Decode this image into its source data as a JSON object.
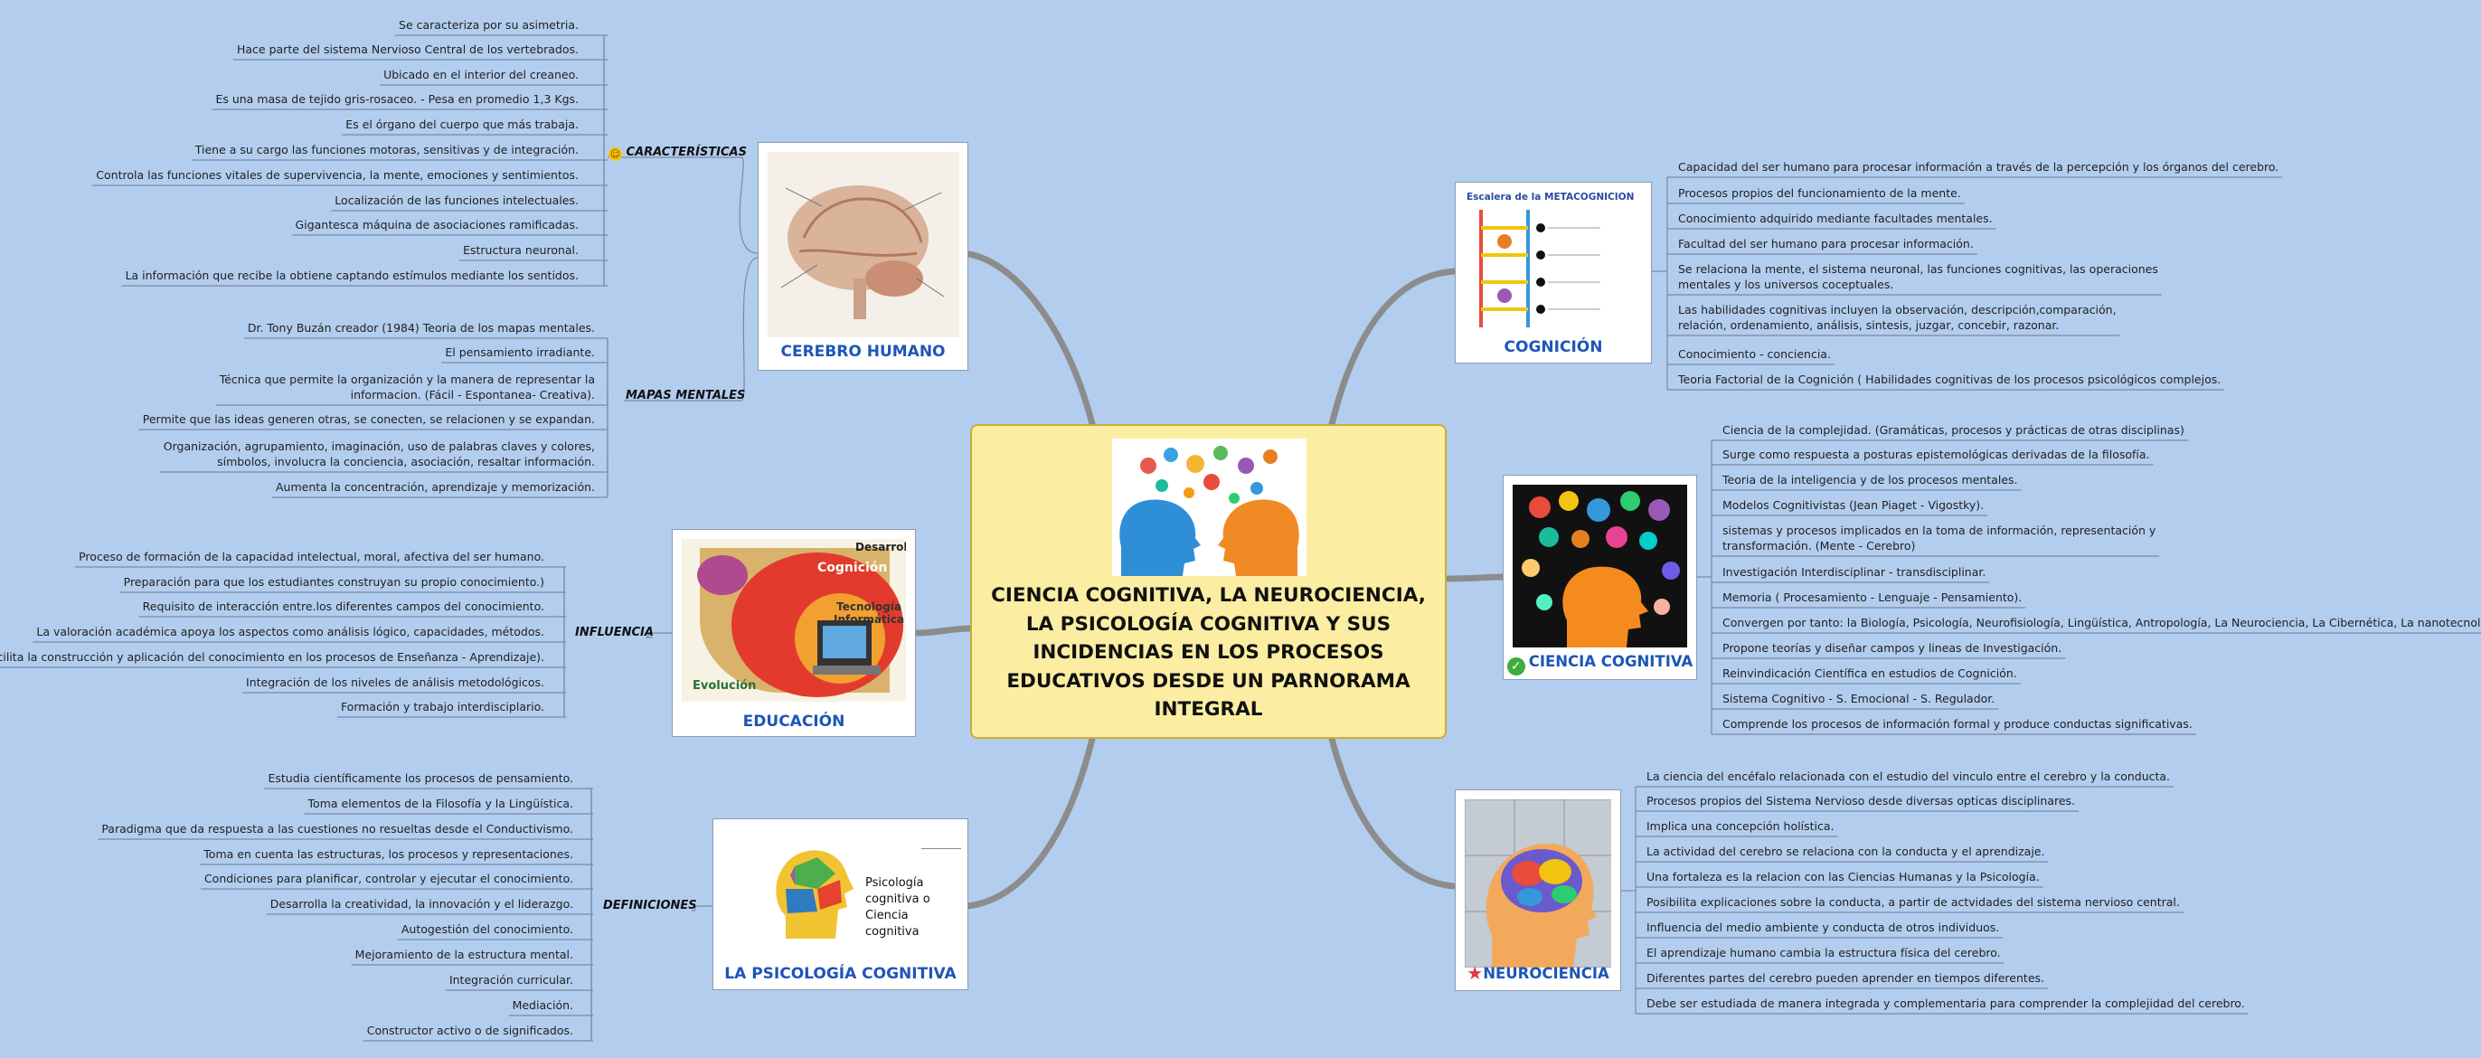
{
  "center": {
    "title": "CIENCIA COGNITIVA, LA NEUROCIENCIA,\nLA PSICOLOGÍA COGNITIVA Y SUS\nINCIDENCIAS EN LOS PROCESOS\nEDUCATIVOS DESDE UN PARNORAMA\nINTEGRAL"
  },
  "cerebro": {
    "title": "CEREBRO HUMANO",
    "caracteristicas": {
      "label": "CARACTERÍSTICAS",
      "icon": "smiley-icon",
      "items": [
        "Se caracteriza por su asimetria.",
        "Hace parte del sistema Nervioso Central de los vertebrados.",
        "Ubicado en el interior del creaneo.",
        "Es una masa de tejido gris-rosaceo. - Pesa en promedio 1,3 Kgs.",
        "Es el órgano del cuerpo que más trabaja.",
        "Tiene a su cargo las funciones motoras, sensitivas y de integración.",
        "Controla las funciones vitales de supervivencia, la mente, emociones y sentimientos.",
        "Localización de las funciones intelectuales.",
        "Gigantesca máquina de asociaciones ramificadas.",
        "Estructura neuronal.",
        "La información que recibe la obtiene captando estímulos mediante los sentidos."
      ]
    },
    "mapas": {
      "label": "MAPAS MENTALES",
      "items": [
        "Dr. Tony Buzán creador (1984) Teoria de los mapas mentales.",
        "El pensamiento irradiante.",
        "Técnica que permite la organización y la manera de representar la\ninformacion. (Fácil - Espontanea- Creativa).",
        "Permite que las ideas generen otras, se conecten, se relacionen y se expandan.",
        "Organización, agrupamiento, imaginación, uso de palabras claves y colores,\nsímbolos, involucra la conciencia, asociación, resaltar información.",
        "Aumenta la concentración, aprendizaje y memorización."
      ]
    }
  },
  "educacion": {
    "title": "EDUCACIÓN",
    "image_labels": {
      "desarrollo": "Desarrollo",
      "cognicion": "Cognición",
      "tecnologia": "Tecnología\nInformática",
      "evolucion": "Evolución"
    },
    "influencia": {
      "label": "INFLUENCIA",
      "items": [
        "Proceso de formación de la capacidad intelectual, moral, afectiva del ser humano.",
        "Preparación para que los estudiantes construyan su propio conocimiento.)",
        "Requisito de interacción entre.los diferentes campos del conocimiento.",
        "La valoración académica apoya los aspectos como análisis lógico, capacidades, métodos.",
        "Facilita la construcción y aplicación del conocimiento en los procesos de Enseñanza - Aprendizaje).",
        "Integración de los niveles de análisis metodológicos.",
        "Formación y trabajo interdisciplario."
      ]
    }
  },
  "psicologia": {
    "title": "LA PSICOLOGÍA COGNITIVA",
    "image_caption": "Psicología\ncognitiva o\nCiencia\ncognitiva",
    "definiciones": {
      "label": "DEFINICIONES",
      "items": [
        "Estudia científicamente los procesos de pensamiento.",
        "Toma elementos de la Filosofía y la Lingüística.",
        "Paradigma que da respuesta a las cuestiones no resueltas desde el Conductivismo.",
        "Toma en cuenta las estructuras, los procesos y representaciones.",
        "Condiciones para planificar, controlar y ejecutar el conocimiento.",
        "Desarrolla la creatividad, la innovación y el liderazgo.",
        "Autogestión del conocimiento.",
        "Mejoramiento de la estructura mental.",
        "Integración curricular.",
        "Mediación.",
        "Constructor activo o de significados."
      ]
    }
  },
  "cognicion": {
    "title": "COGNICIÓN",
    "image_title": "Escalera de la METACOGNICIÓN",
    "items": [
      "Capacidad del ser humano para procesar información a través de la percepción y los órganos del cerebro.",
      "Procesos propios del funcionamiento de la mente.",
      "Conocimiento adquirido mediante facultades mentales.",
      "Facultad del ser humano para procesar información.",
      "Se relaciona la mente, el sistema neuronal, las funciones cognitivas, las operaciones\nmentales y los universos coceptuales.",
      "Las habilidades cognitivas incluyen la observación, descripción,comparación,\nrelación, ordenamiento, análisis, sintesis, juzgar, concebir, razonar.",
      "Conocimiento - conciencia.",
      "Teoria Factorial de la Cognición ( Habilidades cognitivas de los procesos psicológicos complejos."
    ]
  },
  "ciencia": {
    "title": "CIENCIA COGNITIVA",
    "icon": "check-badge-icon",
    "items": [
      "Ciencia de la complejidad. (Gramáticas, procesos y prácticas de otras disciplinas)",
      "Surge como respuesta a posturas epistemológicas derivadas de la filosofía.",
      "Teoria de la inteligencia y de los procesos mentales.",
      "Modelos Cognitivistas (Jean Piaget - Vigostky).",
      "sistemas y procesos implicados en la toma de información, representación y\ntransformación. (Mente - Cerebro)",
      "Investigación Interdisciplinar - transdisciplinar.",
      "Memoria ( Procesamiento - Lenguaje - Pensamiento).",
      "Convergen por tanto: la Biología, Psicología, Neurofisiología, Lingüística, Antropología, La Neurociencia, La Cibernética, La nanotecnología.",
      "Propone teorías y diseñar campos y lineas de Investigación.",
      "Reinvindicación Científica en estudios de Cognición.",
      "Sistema Cognitivo - S. Emocional - S. Regulador.",
      "Comprende los procesos de información formal y produce conductas significativas."
    ]
  },
  "neuro": {
    "title": "NEUROCIENCIA",
    "icon": "star-icon",
    "items": [
      "La ciencia del encéfalo relacionada con el estudio del vinculo entre el cerebro y la conducta.",
      " Procesos propios del Sistema Nervioso desde diversas opticas disciplinares.",
      "Implica una concepción holística.",
      "La actividad del cerebro se relaciona con la conducta y el aprendizaje.",
      "Una fortaleza es la relacion con las Ciencias Humanas y la Psicología.",
      "Posibilita explicaciones sobre la conducta, a partir de actvidades del sistema nervioso central.",
      "Influencia del medio ambiente y conducta de otros individuos.",
      "El aprendizaje humano cambia la estructura física del cerebro.",
      "Diferentes partes del cerebro pueden aprender en tiempos diferentes.",
      "Debe ser estudiada de manera integrada y complementaria para comprender la complejidad del cerebro."
    ]
  },
  "colors": {
    "background": "#b3cdef",
    "center_fill": "#fbeea2",
    "branch": "#8c8c8c",
    "topic_title": "#1e55b8"
  }
}
